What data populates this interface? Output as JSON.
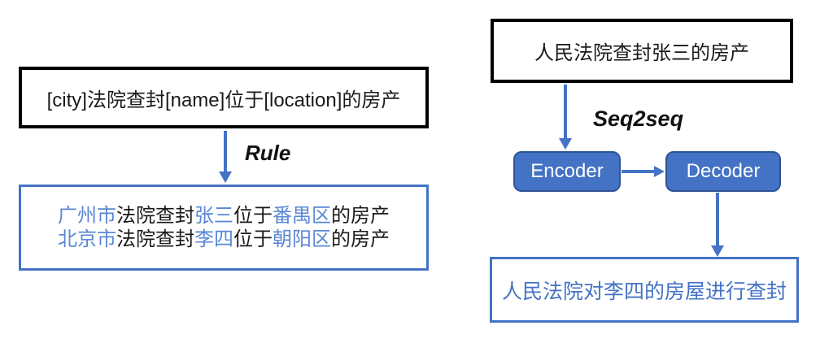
{
  "colors": {
    "accent": "#4472C4",
    "highlight_text": "#5B87D5",
    "node_border": "#2E5395",
    "black_border": "#000000"
  },
  "left": {
    "template_box": {
      "text": "[city]法院查封[name]位于[location]的房产"
    },
    "method_label": "Rule",
    "output_box": {
      "lines": [
        {
          "segments": [
            {
              "text": "广州市",
              "highlight": true
            },
            {
              "text": "法院查封",
              "highlight": false
            },
            {
              "text": "张三",
              "highlight": true
            },
            {
              "text": "位于",
              "highlight": false
            },
            {
              "text": "番禺区",
              "highlight": true
            },
            {
              "text": "的房产",
              "highlight": false
            }
          ]
        },
        {
          "segments": [
            {
              "text": "北京市",
              "highlight": true
            },
            {
              "text": "法院查封",
              "highlight": false
            },
            {
              "text": "李四",
              "highlight": true
            },
            {
              "text": "位于",
              "highlight": false
            },
            {
              "text": "朝阳区",
              "highlight": true
            },
            {
              "text": "的房产",
              "highlight": false
            }
          ]
        }
      ]
    }
  },
  "right": {
    "input_box": {
      "text": "人民法院查封张三的房产"
    },
    "method_label": "Seq2seq",
    "encoder_label": "Encoder",
    "decoder_label": "Decoder",
    "output_box": {
      "text": "人民法院对李四的房屋进行查封"
    }
  }
}
